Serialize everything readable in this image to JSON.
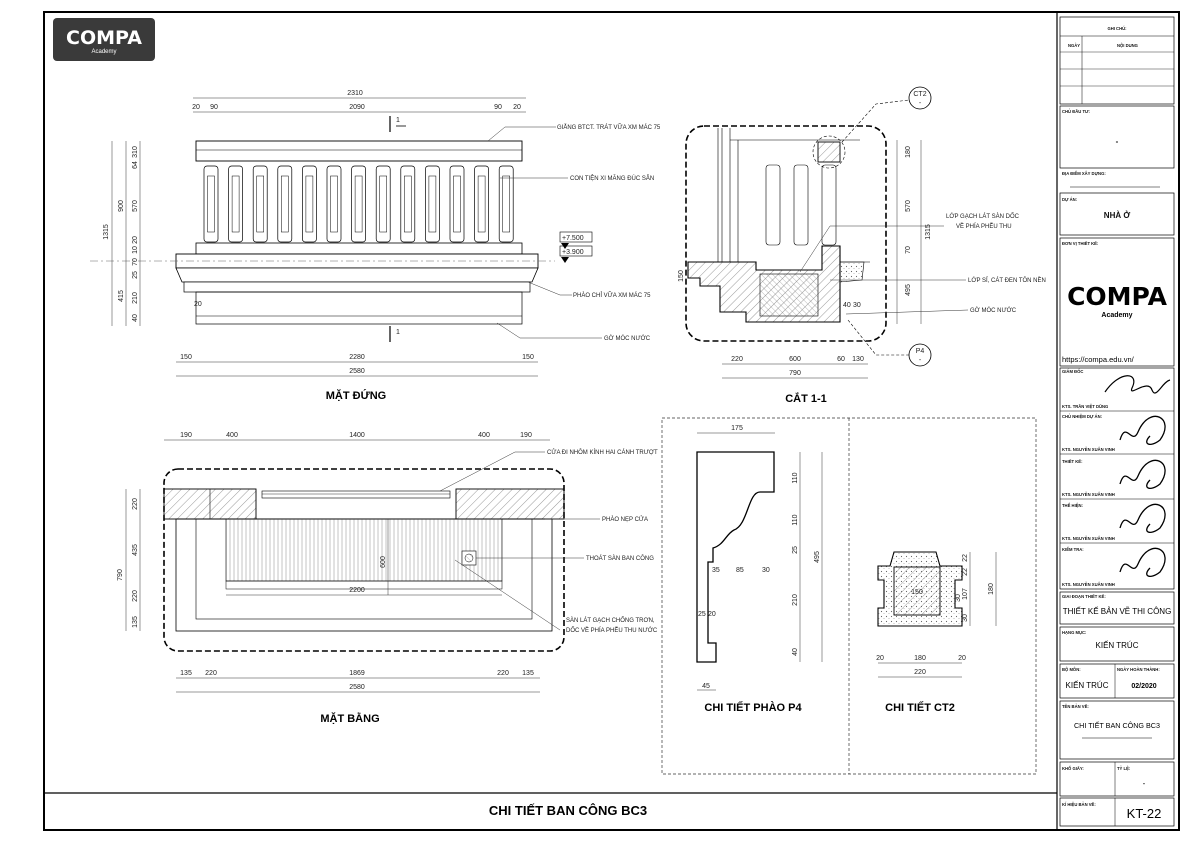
{
  "logo": {
    "brand": "COMPA",
    "sub": "Academy"
  },
  "title_block": {
    "notes_header": "GHI CHÚ:",
    "notes_cols": [
      "NGÀY",
      "NỘI DUNG"
    ],
    "investor_label": "CHỦ ĐẦU TƯ:",
    "investor_value": "-",
    "location_label": "ĐỊA ĐIỂM XÂY DỰNG:",
    "project_label": "DỰ ÁN:",
    "project_value": "NHÀ Ở",
    "designer_label": "ĐƠN VỊ THIẾT KẾ:",
    "designer_brand": "COMPA",
    "designer_sub": "Academy",
    "website": "https://compa.edu.vn/",
    "director_label": "GIÁM ĐỐC",
    "director_name": "KTS. TRẦN VIỆT DŨNG",
    "lead_label": "CHỦ NHIỆM DỰ ÁN:",
    "lead_name": "KTS. NGUYỄN XUÂN VINH",
    "design_label": "THIẾT KẾ:",
    "design_name": "KTS. NGUYỄN XUÂN VINH",
    "draw_label": "THỂ HIỆN:",
    "draw_name": "KTS. NGUYỄN XUÂN VINH",
    "check_label": "KIỂM TRA:",
    "check_name": "KTS. NGUYỄN XUÂN VINH",
    "phase_label": "GIAI ĐOẠN THIẾT KẾ:",
    "phase_value": "THIẾT KẾ BẢN VẼ THI CÔNG",
    "category_label": "HẠNG MỤC:",
    "category_value": "KIẾN TRÚC",
    "dept_label": "BỘ MÔN:",
    "dept_value": "KIẾN TRÚC",
    "date_label": "NGÀY HOÀN THÀNH:",
    "date_value": "02/2020",
    "sheetname_label": "TÊN BẢN VẼ:",
    "sheetname_value": "CHI TIẾT BAN CÔNG BC3",
    "paper_label": "KHỔ GIẤY:",
    "scale_label": "TỶ LỆ:",
    "scale_value": "-",
    "number_label": "KÍ HIỆU BẢN VẼ:",
    "number_value": "KT-22"
  },
  "drawing_title": "CHI TIẾT BAN CÔNG BC3",
  "views": {
    "elevation": "MẶT ĐỨNG",
    "section": "CẮT 1-1",
    "plan": "MẶT BẰNG",
    "p4": "CHI TIẾT PHÀO P4",
    "ct2": "CHI TIẾT CT2"
  },
  "elevation_notes": {
    "n1": "GIẰNG BTCT. TRÁT VỮA XM MÁC 75",
    "n2": "CON TIỆN XI MĂNG ĐÚC SẴN",
    "n3": "PHÀO CHỈ VỮA XM MÁC 75",
    "n4": "GỜ MÓC NƯỚC",
    "lvl1": "+7.500",
    "lvl2": "+3.900",
    "cut": "1"
  },
  "elevation_dims": {
    "top_total": "2310",
    "top_left1": "20",
    "top_left2": "90",
    "top_mid": "2090",
    "top_right1": "90",
    "top_right2": "20",
    "bot_left": "150",
    "bot_mid": "2280",
    "bot_right": "150",
    "bot_total": "2580",
    "h_total": "1315",
    "h_rail": "900",
    "h_post": "570",
    "h_slab": "415",
    "v1": "310",
    "v2": "64",
    "v3": "70",
    "v4": "10",
    "v5": "210",
    "v6": "25",
    "v7": "40",
    "v8": "20",
    "inner20": "20"
  },
  "section_notes": {
    "n1": "LỚP GẠCH LÁT SÀN DỐC",
    "n1b": "VỀ PHÍA PHỄU THU",
    "n2": "LỚP SỈ, CÁT ĐEN TÔN NỀN",
    "n3": "GỜ MÓC NƯỚC",
    "ct2_tag": "CT2",
    "p4_tag": "P4",
    "dash": "-"
  },
  "section_dims": {
    "h1": "180",
    "h2": "570",
    "h3": "1315",
    "h4": "70",
    "h5": "495",
    "h6": "150",
    "b1": "220",
    "b2": "600",
    "b3": "60",
    "b4": "130",
    "b5": "790",
    "s1": "30",
    "s2": "40"
  },
  "plan_notes": {
    "n1": "CỬA ĐI NHÔM KÍNH HAI CÁNH TRƯỢT",
    "n2": "PHÀO NẸP CỬA",
    "n3": "THOÁT SÀN BAN CÔNG",
    "n4": "SÀN LÁT GẠCH CHỐNG TRƠN,",
    "n4b": "DỐC VỀ PHÍA PHỄU THU NƯỚC"
  },
  "plan_dims": {
    "t1": "190",
    "t2": "400",
    "t3": "1400",
    "t4": "400",
    "t5": "190",
    "v1": "220",
    "v2": "435",
    "v3": "220",
    "v4": "135",
    "v_total": "790",
    "inner_w": "2200",
    "inner_h": "600",
    "b1": "135",
    "b2": "220",
    "b3": "1869",
    "b4": "220",
    "b5": "135",
    "b_total": "2580"
  },
  "p4_dims": {
    "w": "175",
    "h1": "110",
    "h2": "110",
    "h3": "25",
    "h4": "210",
    "h5": "40",
    "total": "495",
    "a": "35",
    "b": "85",
    "c": "30",
    "d": "25",
    "e": "20",
    "base": "45"
  },
  "ct2_dims": {
    "w1": "20",
    "w2": "180",
    "w3": "20",
    "total": "220",
    "inner": "150",
    "h1": "22",
    "h2": "22",
    "h3": "107",
    "h4": "30",
    "h_total": "180",
    "side": "30"
  }
}
